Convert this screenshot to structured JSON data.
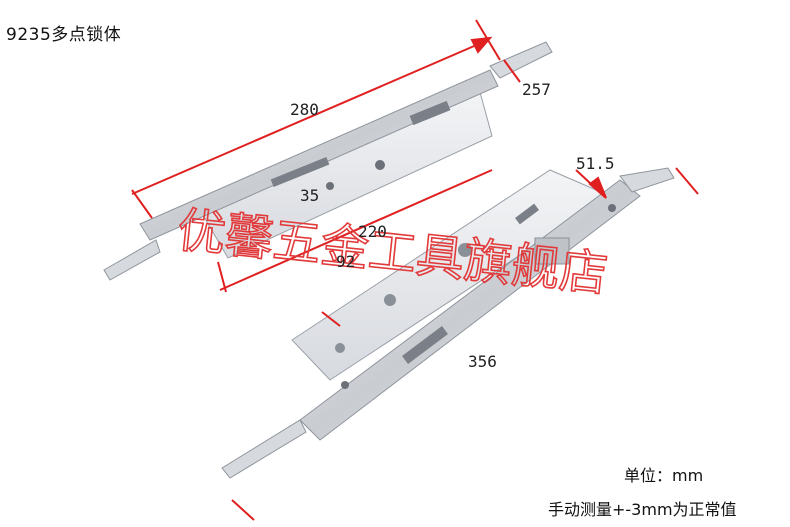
{
  "title": "9235多点锁体",
  "dimensions": {
    "d280": "280",
    "d257": "257",
    "d35": "35",
    "d220": "220",
    "d92": "92",
    "d51_5": "51.5",
    "d356": "356"
  },
  "notes": {
    "unit": "单位：mm",
    "tolerance": "手动测量+-3mm为正常值"
  },
  "watermark": "优馨五金工具旗舰店",
  "colors": {
    "dimension_line": "#e02020",
    "watermark": "#e23a3a",
    "steel": "#cfd2d6",
    "face_plate": "#e6e8eb"
  }
}
